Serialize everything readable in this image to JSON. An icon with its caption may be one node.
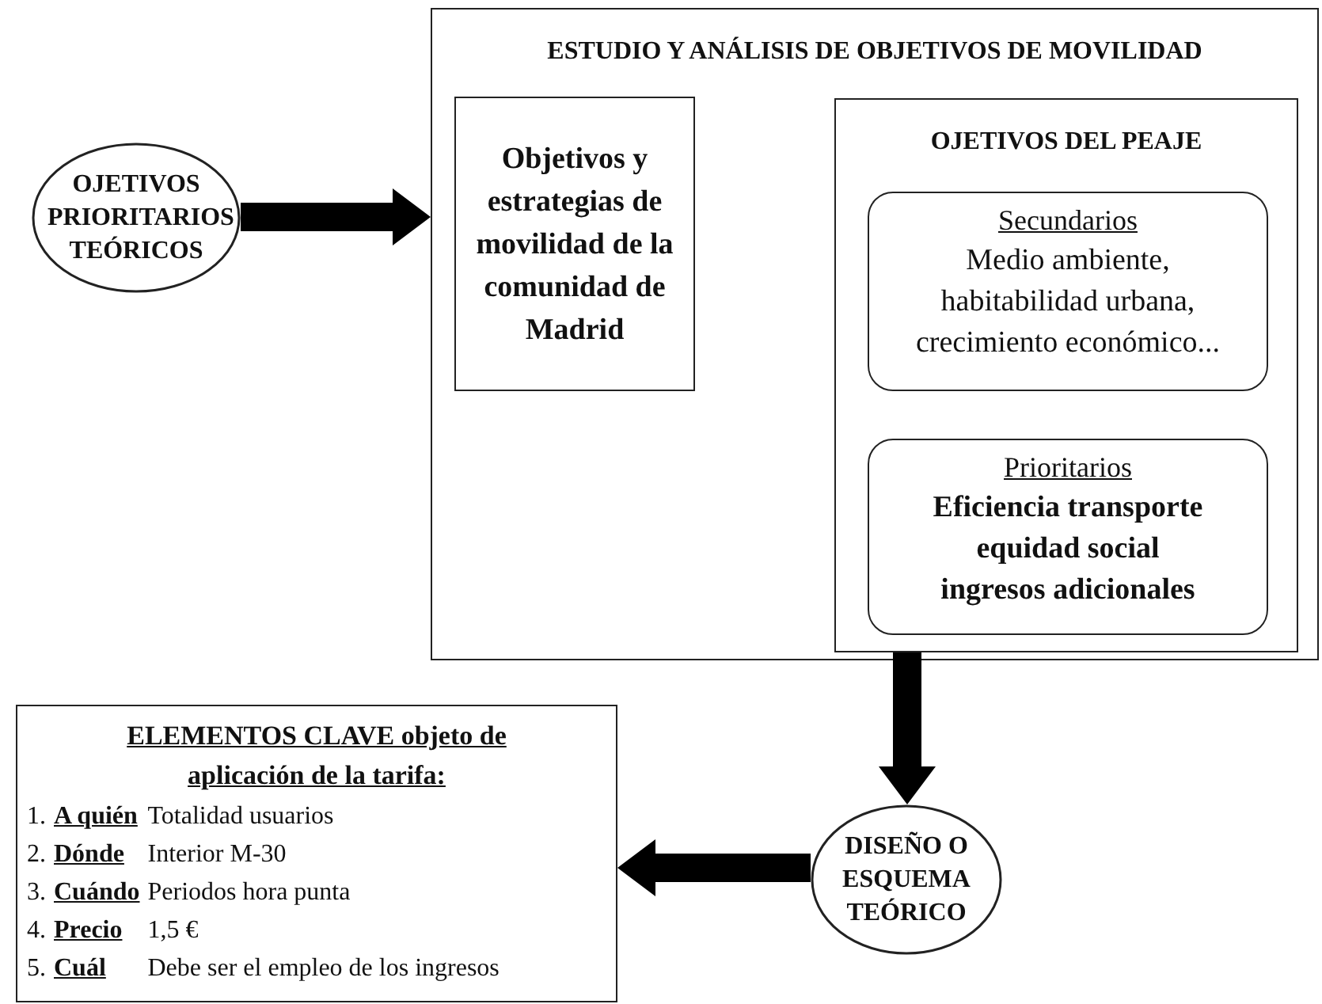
{
  "diagram": {
    "nodes": [
      {
        "text": [
          "OJETIVOS PRIORITARIOS TEÓRICOS"
        ]
      },
      {
        "text": [
          "ESTUDIO Y ANÁLISIS DE OBJETIVOS DE MOVILIDAD"
        ]
      },
      {
        "text": [
          "Objetivos y estrategias de movilidad de la comunidad de Madrid"
        ],
        "in": 1
      },
      {
        "text": [
          "OJETIVOS DEL PEAJE"
        ],
        "in": 1
      },
      {
        "text": [
          "Secundarios",
          "Medio ambiente, habitabilidad urbana, crecimiento económico..."
        ],
        "in": 3
      },
      {
        "text": [
          "Prioritarios",
          "Eficiencia transporte",
          "equidad social",
          "ingresos adicionales"
        ],
        "in": 3
      },
      {
        "text": [
          "DISEÑO O ESQUEMA TEÓRICO"
        ]
      },
      {
        "text": [
          "ELEMENTOS CLAVE objeto de aplicación de la tarifa:",
          "1.",
          "A quién",
          "Totalidad usuarios",
          "2.",
          "Dónde",
          "Interior M-30",
          "3.",
          "Cuándo",
          "Periodos hora punta",
          "4.",
          "Precio",
          "1,5 €",
          "5.",
          "Cuál",
          "Debe ser el empleo de los ingresos"
        ]
      }
    ],
    "edges": [
      {
        "from": 0,
        "to": 1,
        "arrow": "to"
      },
      {
        "from": 3,
        "to": 6,
        "arrow": "to"
      },
      {
        "from": 6,
        "to": 7,
        "arrow": "to"
      }
    ]
  }
}
